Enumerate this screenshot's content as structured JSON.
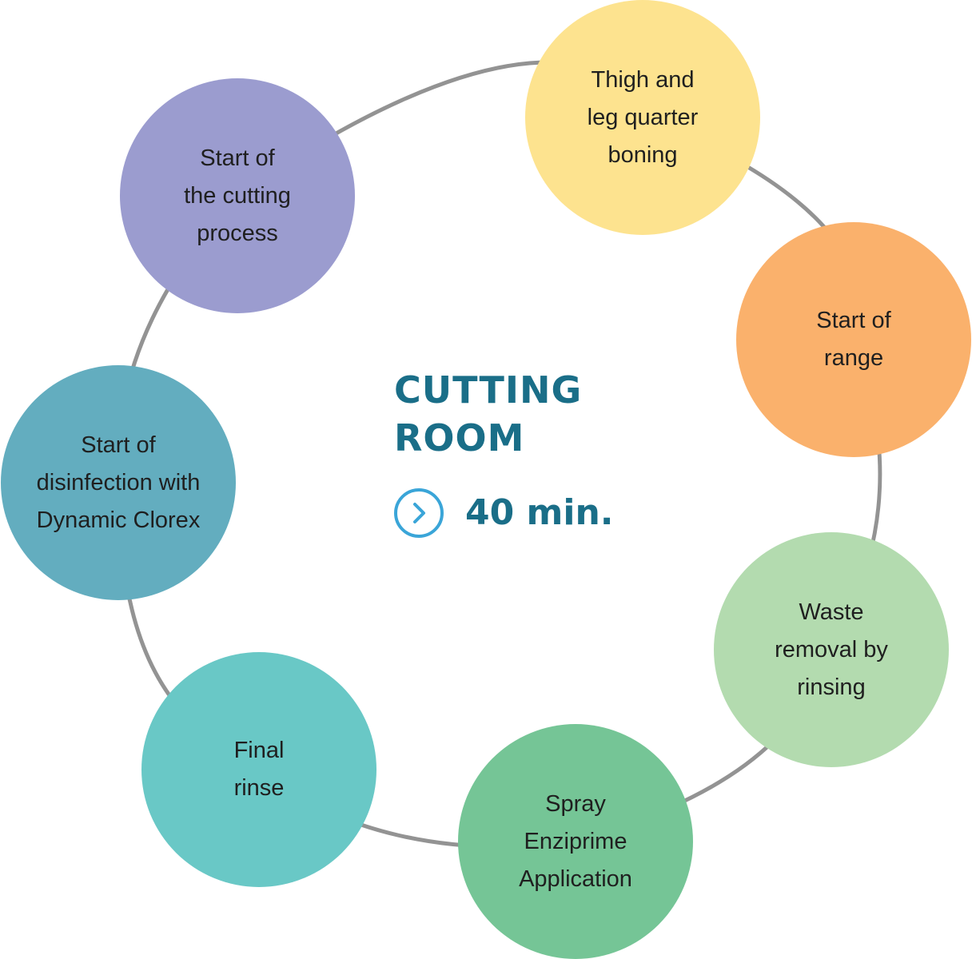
{
  "center": {
    "title": "CUTTING\nROOM",
    "duration": "40 min.",
    "duration_icon": "chevron-right-circle-icon",
    "title_color": "#1a6e88",
    "icon_color": "#3aa5d8"
  },
  "ring_color": "#939393",
  "steps": [
    {
      "label": "Start of\nthe cutting\nprocess",
      "color": "#9b9ccf"
    },
    {
      "label": "Thigh and\nleg quarter\nboning",
      "color": "#fde38f"
    },
    {
      "label": "Start of\nrange",
      "color": "#fab16c"
    },
    {
      "label": "Waste\nremoval by\nrinsing",
      "color": "#b3dbaf"
    },
    {
      "label": "Spray\nEnziprime\nApplication",
      "color": "#75c596"
    },
    {
      "label": "Final\nrinse",
      "color": "#69c8c6"
    },
    {
      "label": "Start of\ndisinfection with\nDynamic Clorex",
      "color": "#63adbf"
    }
  ]
}
